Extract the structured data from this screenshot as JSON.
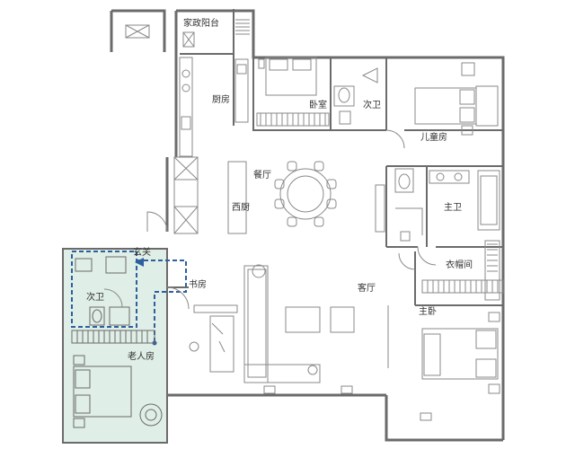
{
  "plan": {
    "colors": {
      "wall": "#6b6b6b",
      "line": "#8a8a8a",
      "highlight_fill": "#dfeee6",
      "highlight_border": "#2e5f9e",
      "background": "#ffffff"
    },
    "rooms": [
      {
        "id": "laundry_balcony",
        "label": "家政阳台"
      },
      {
        "id": "kitchen",
        "label": "厨房"
      },
      {
        "id": "bedroom",
        "label": "卧室"
      },
      {
        "id": "bath2_top",
        "label": "次卫"
      },
      {
        "id": "kids_room",
        "label": "儿童房"
      },
      {
        "id": "dining",
        "label": "餐厅"
      },
      {
        "id": "western_kitchen",
        "label": "西厨"
      },
      {
        "id": "master_bath",
        "label": "主卫"
      },
      {
        "id": "foyer",
        "label": "玄关"
      },
      {
        "id": "bath2_left",
        "label": "次卫"
      },
      {
        "id": "study",
        "label": "书房"
      },
      {
        "id": "living",
        "label": "客厅"
      },
      {
        "id": "closet",
        "label": "衣帽间"
      },
      {
        "id": "master_bedroom",
        "label": "主卧"
      },
      {
        "id": "elder_room",
        "label": "老人房"
      }
    ]
  }
}
